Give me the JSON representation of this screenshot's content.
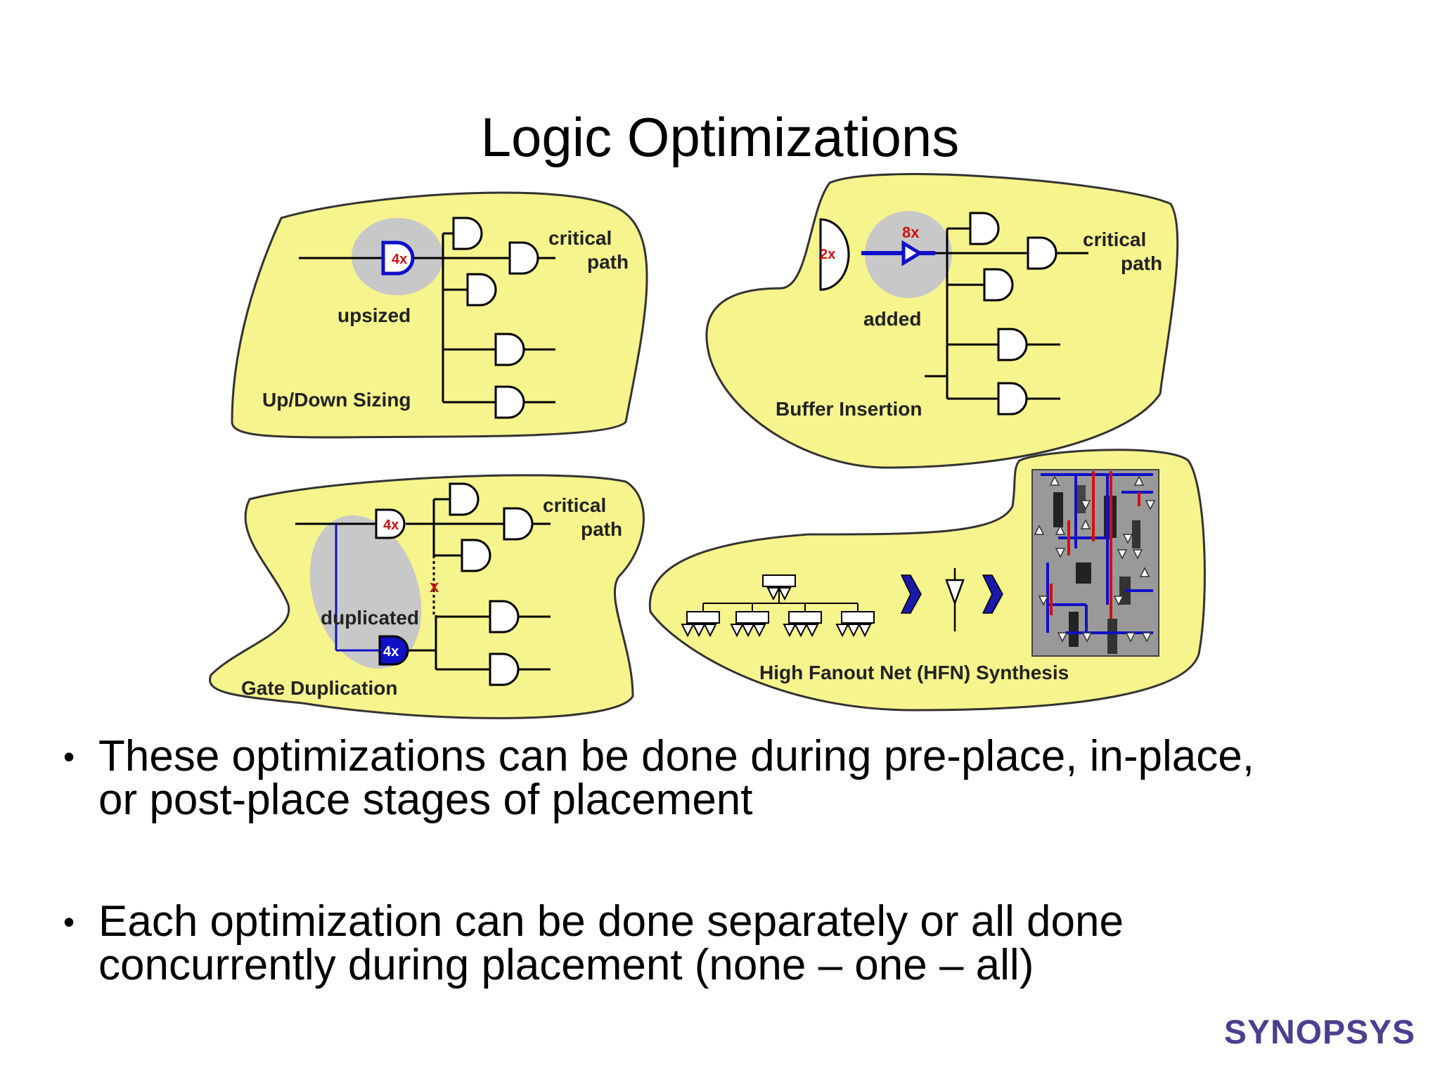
{
  "title": "Logic Optimizations",
  "panels": {
    "sizing": {
      "name": "Up/Down Sizing",
      "annotation": "upsized",
      "gate_size": "4x",
      "critical_line1": "critical",
      "critical_line2": "path"
    },
    "buffer": {
      "name": "Buffer Insertion",
      "annotation": "added",
      "driver_size": "2x",
      "buffer_size": "8x",
      "critical_line1": "critical",
      "critical_line2": "path"
    },
    "duplication": {
      "name": "Gate Duplication",
      "annotation": "duplicated",
      "gate_size": "4x",
      "dup_size": "4x",
      "cut_mark": "x",
      "critical_line1": "critical",
      "critical_line2": "path"
    },
    "hfn": {
      "name": "High Fanout Net (HFN) Synthesis"
    }
  },
  "bullets": [
    {
      "line1": "These optimizations can be done during pre-place, in-place,",
      "line2": "or post-place stages of placement"
    },
    {
      "line1": "Each optimization can be done separately or all done",
      "line2": "concurrently during placement (none – one – all)"
    }
  ],
  "logo": "SYNOPSYS",
  "colors": {
    "panel": "#f6f48c",
    "highlight": "#c8c8c8",
    "red": "#d01010",
    "blue": "#1010c8",
    "logo": "#4b3f8f"
  }
}
